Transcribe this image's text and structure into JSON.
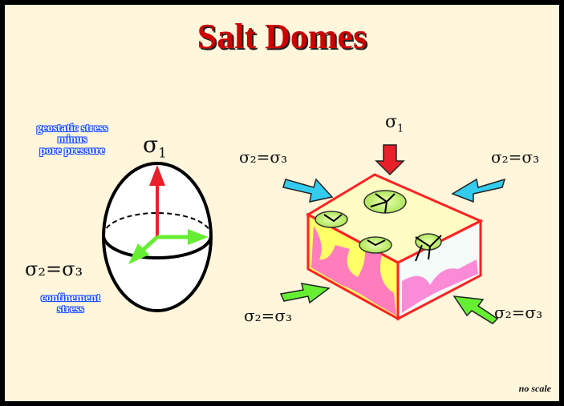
{
  "title": "Salt Domes",
  "left": {
    "top_label": [
      "geostatic stress",
      "minus",
      "pore pressure"
    ],
    "bottom_label": [
      "confinement",
      "stress"
    ],
    "sigma1": "σ",
    "sigma1_sub": "1",
    "sigma23": "σ₂=σ₃"
  },
  "right": {
    "sigma1": "σ",
    "sigma1_sub": "1",
    "sigma23_tl": "σ₂=σ₃",
    "sigma23_tr": "σ₂=σ₃",
    "sigma23_bl": "σ₂=σ₃",
    "sigma23_br": "σ₂=σ₃"
  },
  "note": "no scale",
  "colors": {
    "title": "#cc0000",
    "arrow_red": "#e8202a",
    "arrow_cyan": "#33ccee",
    "arrow_green": "#66ee33",
    "box_border": "#ff2222"
  }
}
